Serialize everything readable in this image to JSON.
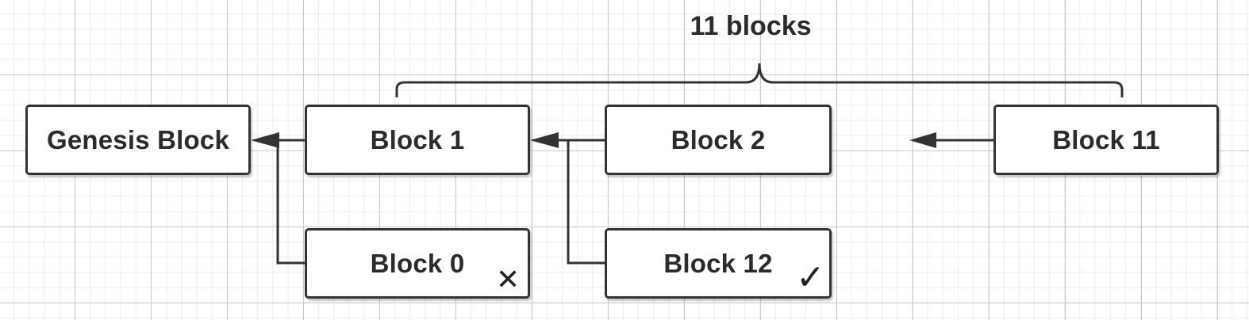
{
  "diagram": {
    "group_label": "11 blocks",
    "blocks": {
      "genesis": "Genesis Block",
      "block1": "Block 1",
      "block2": "Block 2",
      "block11": "Block 11",
      "block0": "Block 0",
      "block12": "Block 12"
    },
    "marks": {
      "rejected": "✕",
      "accepted": "✓"
    },
    "colors": {
      "stroke": "#333333",
      "text": "#2b2b2b",
      "grid_major": "#c9c9c9",
      "grid_minor": "#ececec"
    }
  }
}
